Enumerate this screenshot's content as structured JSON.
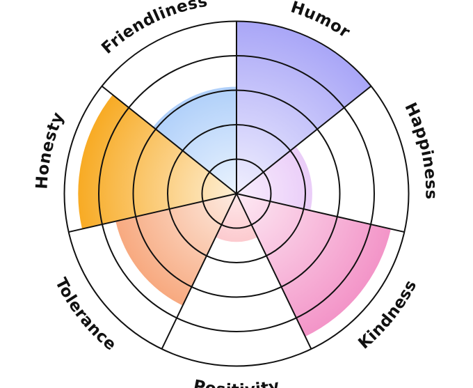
{
  "chart_data": {
    "type": "polar-area",
    "title": "",
    "rlim": [
      0,
      5
    ],
    "grid": true,
    "categories": [
      "Humor",
      "Happiness",
      "Kindness",
      "Positivity",
      "Tolerance",
      "Honesty",
      "Friendliness"
    ],
    "values": [
      5,
      2.2,
      4.6,
      1.4,
      3.6,
      4.6,
      3.1
    ],
    "colors": {
      "Humor": "#a9a6f7",
      "Happiness": "#d8a2f2",
      "Kindness": "#f28dc4",
      "Positivity": "#f87e88",
      "Tolerance": "#f5905a",
      "Honesty": "#f7a515",
      "Friendliness": "#8cbaf7"
    }
  }
}
